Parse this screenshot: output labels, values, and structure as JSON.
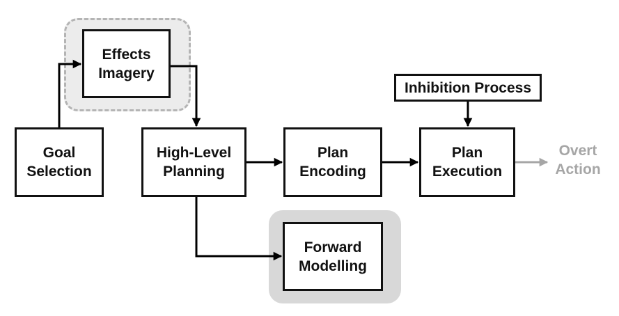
{
  "nodes": {
    "goal_selection": [
      "Goal",
      "Selection"
    ],
    "effects_imagery": [
      "Effects",
      "Imagery"
    ],
    "high_level_planning": [
      "High-Level",
      "Planning"
    ],
    "plan_encoding": [
      "Plan",
      "Encoding"
    ],
    "inhibition_process": [
      "Inhibition Process"
    ],
    "plan_execution": [
      "Plan",
      "Execution"
    ],
    "forward_modelling": [
      "Forward",
      "Modelling"
    ]
  },
  "output_label": [
    "Overt",
    "Action"
  ],
  "colors": {
    "box_border": "#111111",
    "arrow": "#000000",
    "output_arrow": "#a6a6a6",
    "dashed_group_fill": "#ececec",
    "solid_group_fill": "#d8d8d8"
  }
}
